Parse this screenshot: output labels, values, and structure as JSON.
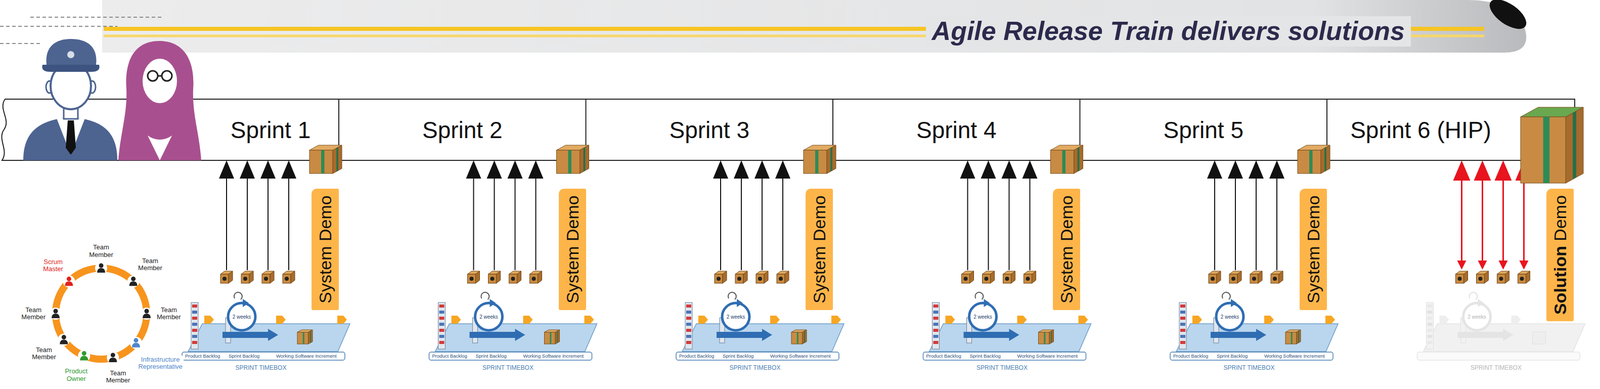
{
  "diagram": {
    "title": "Agile Release Train delivers solutions",
    "nodes": [
      {
        "text": [
          "Sprint 1"
        ]
      },
      {
        "text": [
          "Sprint 2"
        ]
      },
      {
        "text": [
          "Sprint 3"
        ]
      },
      {
        "text": [
          "Sprint 4"
        ]
      },
      {
        "text": [
          "Sprint 5"
        ]
      },
      {
        "text": [
          "Sprint 6 (HIP)"
        ]
      },
      {
        "text": [
          "System Demo"
        ]
      },
      {
        "text": [
          "System Demo"
        ]
      },
      {
        "text": [
          "System Demo"
        ]
      },
      {
        "text": [
          "System Demo"
        ]
      },
      {
        "text": [
          "System Demo"
        ]
      },
      {
        "text": [
          "Solution Demo"
        ]
      }
    ],
    "labels": [
      "Team Member",
      "Scrum Master",
      "Team Member",
      "Team Member",
      "Team Member",
      "Team Member",
      "Product Owner",
      "Team Member",
      "Infrastructure Representative",
      "2 weeks",
      "Product Backlog",
      "Sprint Backlog",
      "Working Software Increment",
      "SPRINT TIMEBOX",
      "2 weeks",
      "Product Backlog",
      "Sprint Backlog",
      "Working Software Increment",
      "SPRINT TIMEBOX",
      "2 weeks",
      "Product Backlog",
      "Sprint Backlog",
      "Working Software Increment",
      "SPRINT TIMEBOX",
      "2 weeks",
      "Product Backlog",
      "Sprint Backlog",
      "Working Software Increment",
      "SPRINT TIMEBOX",
      "2 weeks",
      "Product Backlog",
      "Sprint Backlog",
      "Working Software Increment",
      "SPRINT TIMEBOX",
      "2 weeks",
      "SPRINT TIMEBOX"
    ]
  }
}
